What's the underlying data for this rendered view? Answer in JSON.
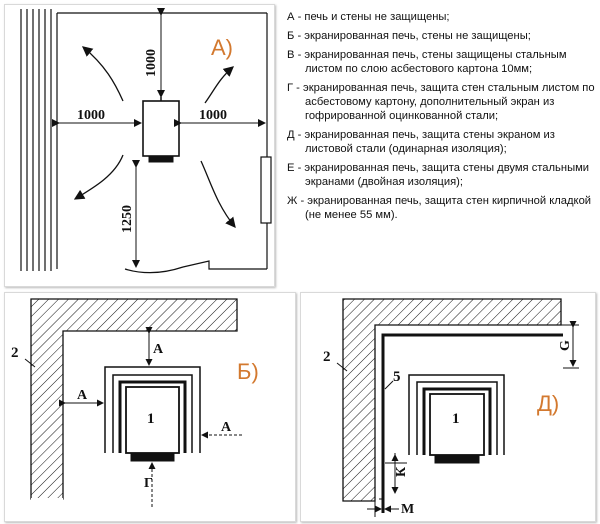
{
  "colors": {
    "label": "#d3792f",
    "ink": "#111111"
  },
  "legend": [
    "А - печь и стены не защищены;",
    "Б - экранированная печь, стены не защищены;",
    "В - экранированная печь, стены защищены стальным листом по слою асбестового картона 10мм;",
    "Г - экранированная печь, защита стен стальным листом по асбестовому картону, дополнительный экран из гофрированной оцинкованной стали;",
    "Д - экранированная печь, защита стены экраном из листовой стали (одинарная изоляция);",
    "Е - экранированная печь, защита стены двумя стальными экранами (двойная изоляция);",
    "Ж - экранированная печь, защита стен кирпичной кладкой (не менее 55 мм)."
  ],
  "diagram_a": {
    "label": "А)",
    "dim_top": "1000",
    "dim_left": "1000",
    "dim_right": "1000",
    "dim_bottom": "1250"
  },
  "diagram_b": {
    "label": "Б)",
    "wall_number": "2",
    "stove_number": "1",
    "mark_top": "А",
    "mark_left": "А",
    "mark_right": "А",
    "mark_bottom": "Г"
  },
  "diagram_d": {
    "label": "Д)",
    "wall_number": "2",
    "screen_number": "5",
    "stove_number": "1",
    "mark_g": "G",
    "mark_k": "К",
    "mark_m": "М"
  }
}
